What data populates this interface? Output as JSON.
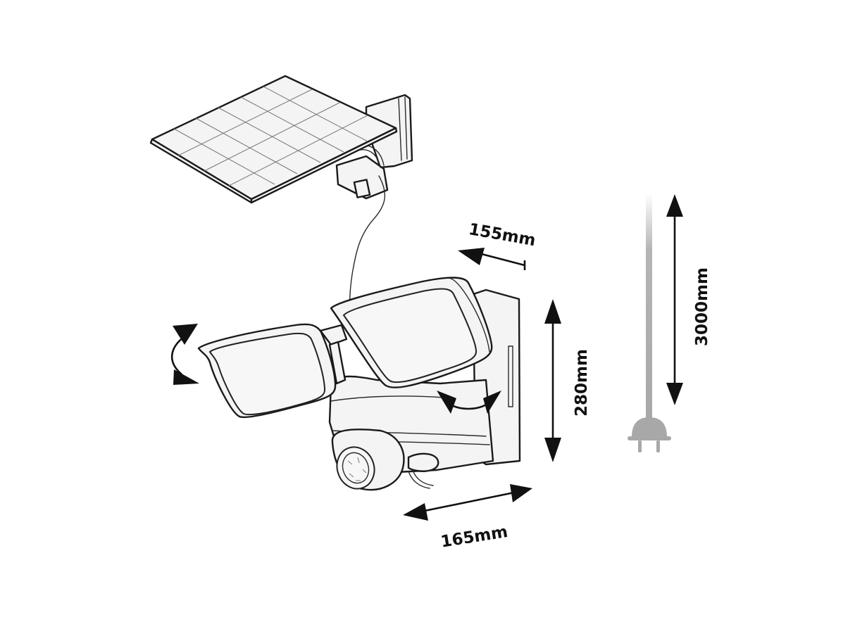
{
  "diagram": {
    "subject": "Solar floodlight with twin lamp heads, motion sensor, separate solar panel",
    "dimensions": {
      "depth": "155mm",
      "height": "280mm",
      "width": "165mm",
      "cable_length": "3000mm"
    },
    "components": [
      "solar-panel",
      "panel-wall-bracket",
      "connecting-cable",
      "left-lamp-head",
      "right-lamp-head",
      "main-housing",
      "wall-mount-plate",
      "pir-motion-sensor",
      "power-cable",
      "plug"
    ],
    "annotations": [
      "tilt-rotation-arrow-left-head",
      "swivel-rotation-arrow-housing"
    ],
    "colors": {
      "line": "#1a1a1a",
      "fill": "#f4f4f4",
      "cable_gray": "#a8a8a8",
      "background": "#ffffff"
    }
  }
}
